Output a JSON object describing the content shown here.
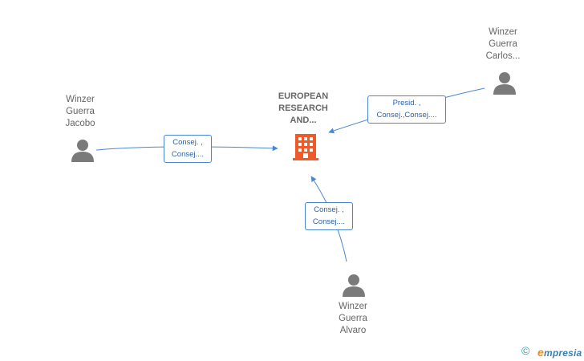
{
  "company": {
    "label_lines": [
      "EUROPEAN",
      "RESEARCH",
      "AND..."
    ],
    "icon": "building-icon",
    "color": "#f05a28"
  },
  "persons": [
    {
      "id": "jacobo",
      "label_lines": [
        "Winzer",
        "Guerra",
        "Jacobo"
      ],
      "icon": "person-icon"
    },
    {
      "id": "carlos",
      "label_lines": [
        "Winzer",
        "Guerra",
        "Carlos..."
      ],
      "icon": "person-icon"
    },
    {
      "id": "alvaro",
      "label_lines": [
        "Winzer",
        "Guerra",
        "Alvaro"
      ],
      "icon": "person-icon"
    }
  ],
  "relations": [
    {
      "from": "jacobo",
      "lines": [
        "Consej. ,",
        "Consej...."
      ]
    },
    {
      "from": "carlos",
      "lines": [
        "Presid. ,",
        "Consej.,Consej...."
      ]
    },
    {
      "from": "alvaro",
      "lines": [
        "Consej. ,",
        "Consej...."
      ]
    }
  ],
  "footer": {
    "copyright": "©",
    "brand_first": "e",
    "brand_rest": "mpresia"
  },
  "colors": {
    "edge": "#4a86d4",
    "person": "#7a7a7a",
    "text": "#666666"
  }
}
